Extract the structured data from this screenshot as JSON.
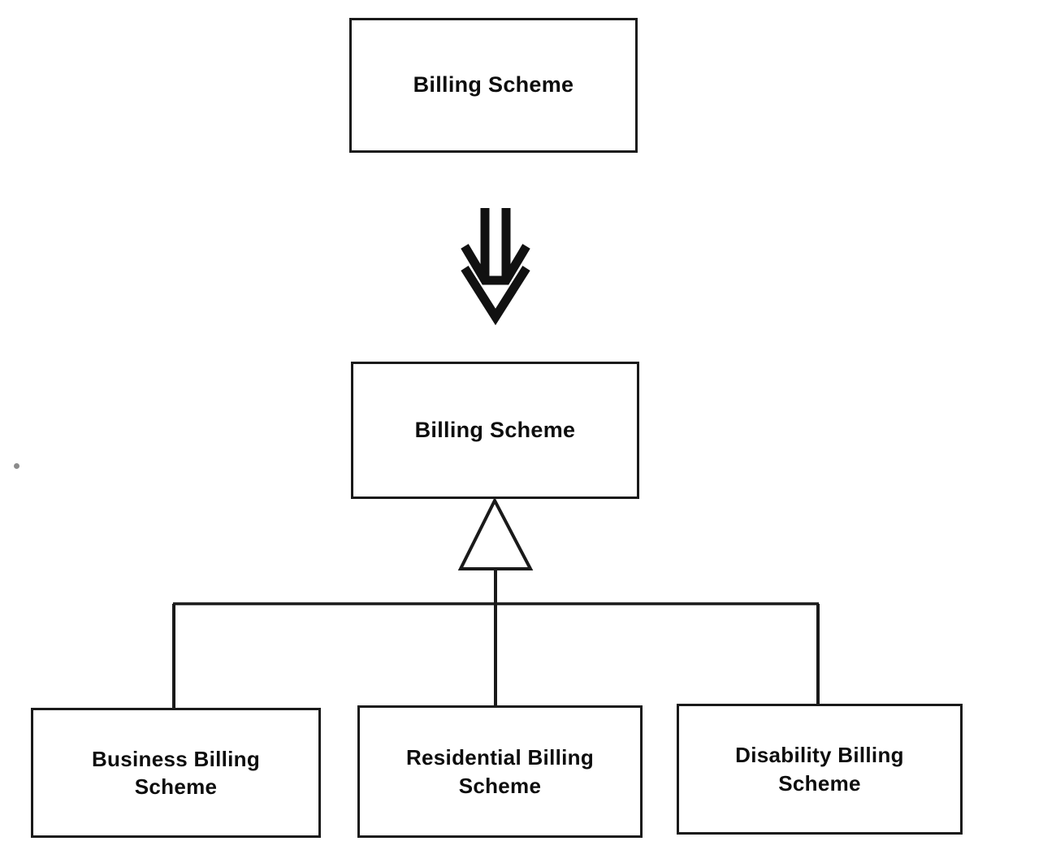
{
  "diagram": {
    "type": "uml-generalization",
    "title": "Billing Scheme refinement and generalization",
    "stroke_color": "#1a1a1a",
    "text_color": "#0d0d0d",
    "background_color": "#ffffff",
    "nodes": {
      "parent_top": {
        "label": "Billing Scheme",
        "role": "abstract-class-before-refinement"
      },
      "parent_bottom": {
        "label": "Billing Scheme",
        "role": "superclass"
      },
      "children": [
        {
          "label": "Business Billing\nScheme",
          "role": "subclass"
        },
        {
          "label": "Residential Billing\nScheme",
          "role": "subclass"
        },
        {
          "label": "Disability Billing\nScheme",
          "role": "subclass"
        }
      ]
    },
    "connectors": {
      "refinement_arrow": "double-line-down-arrow",
      "generalization_marker": "hollow-triangle",
      "tree_bus": "horizontal-branch-line"
    }
  }
}
